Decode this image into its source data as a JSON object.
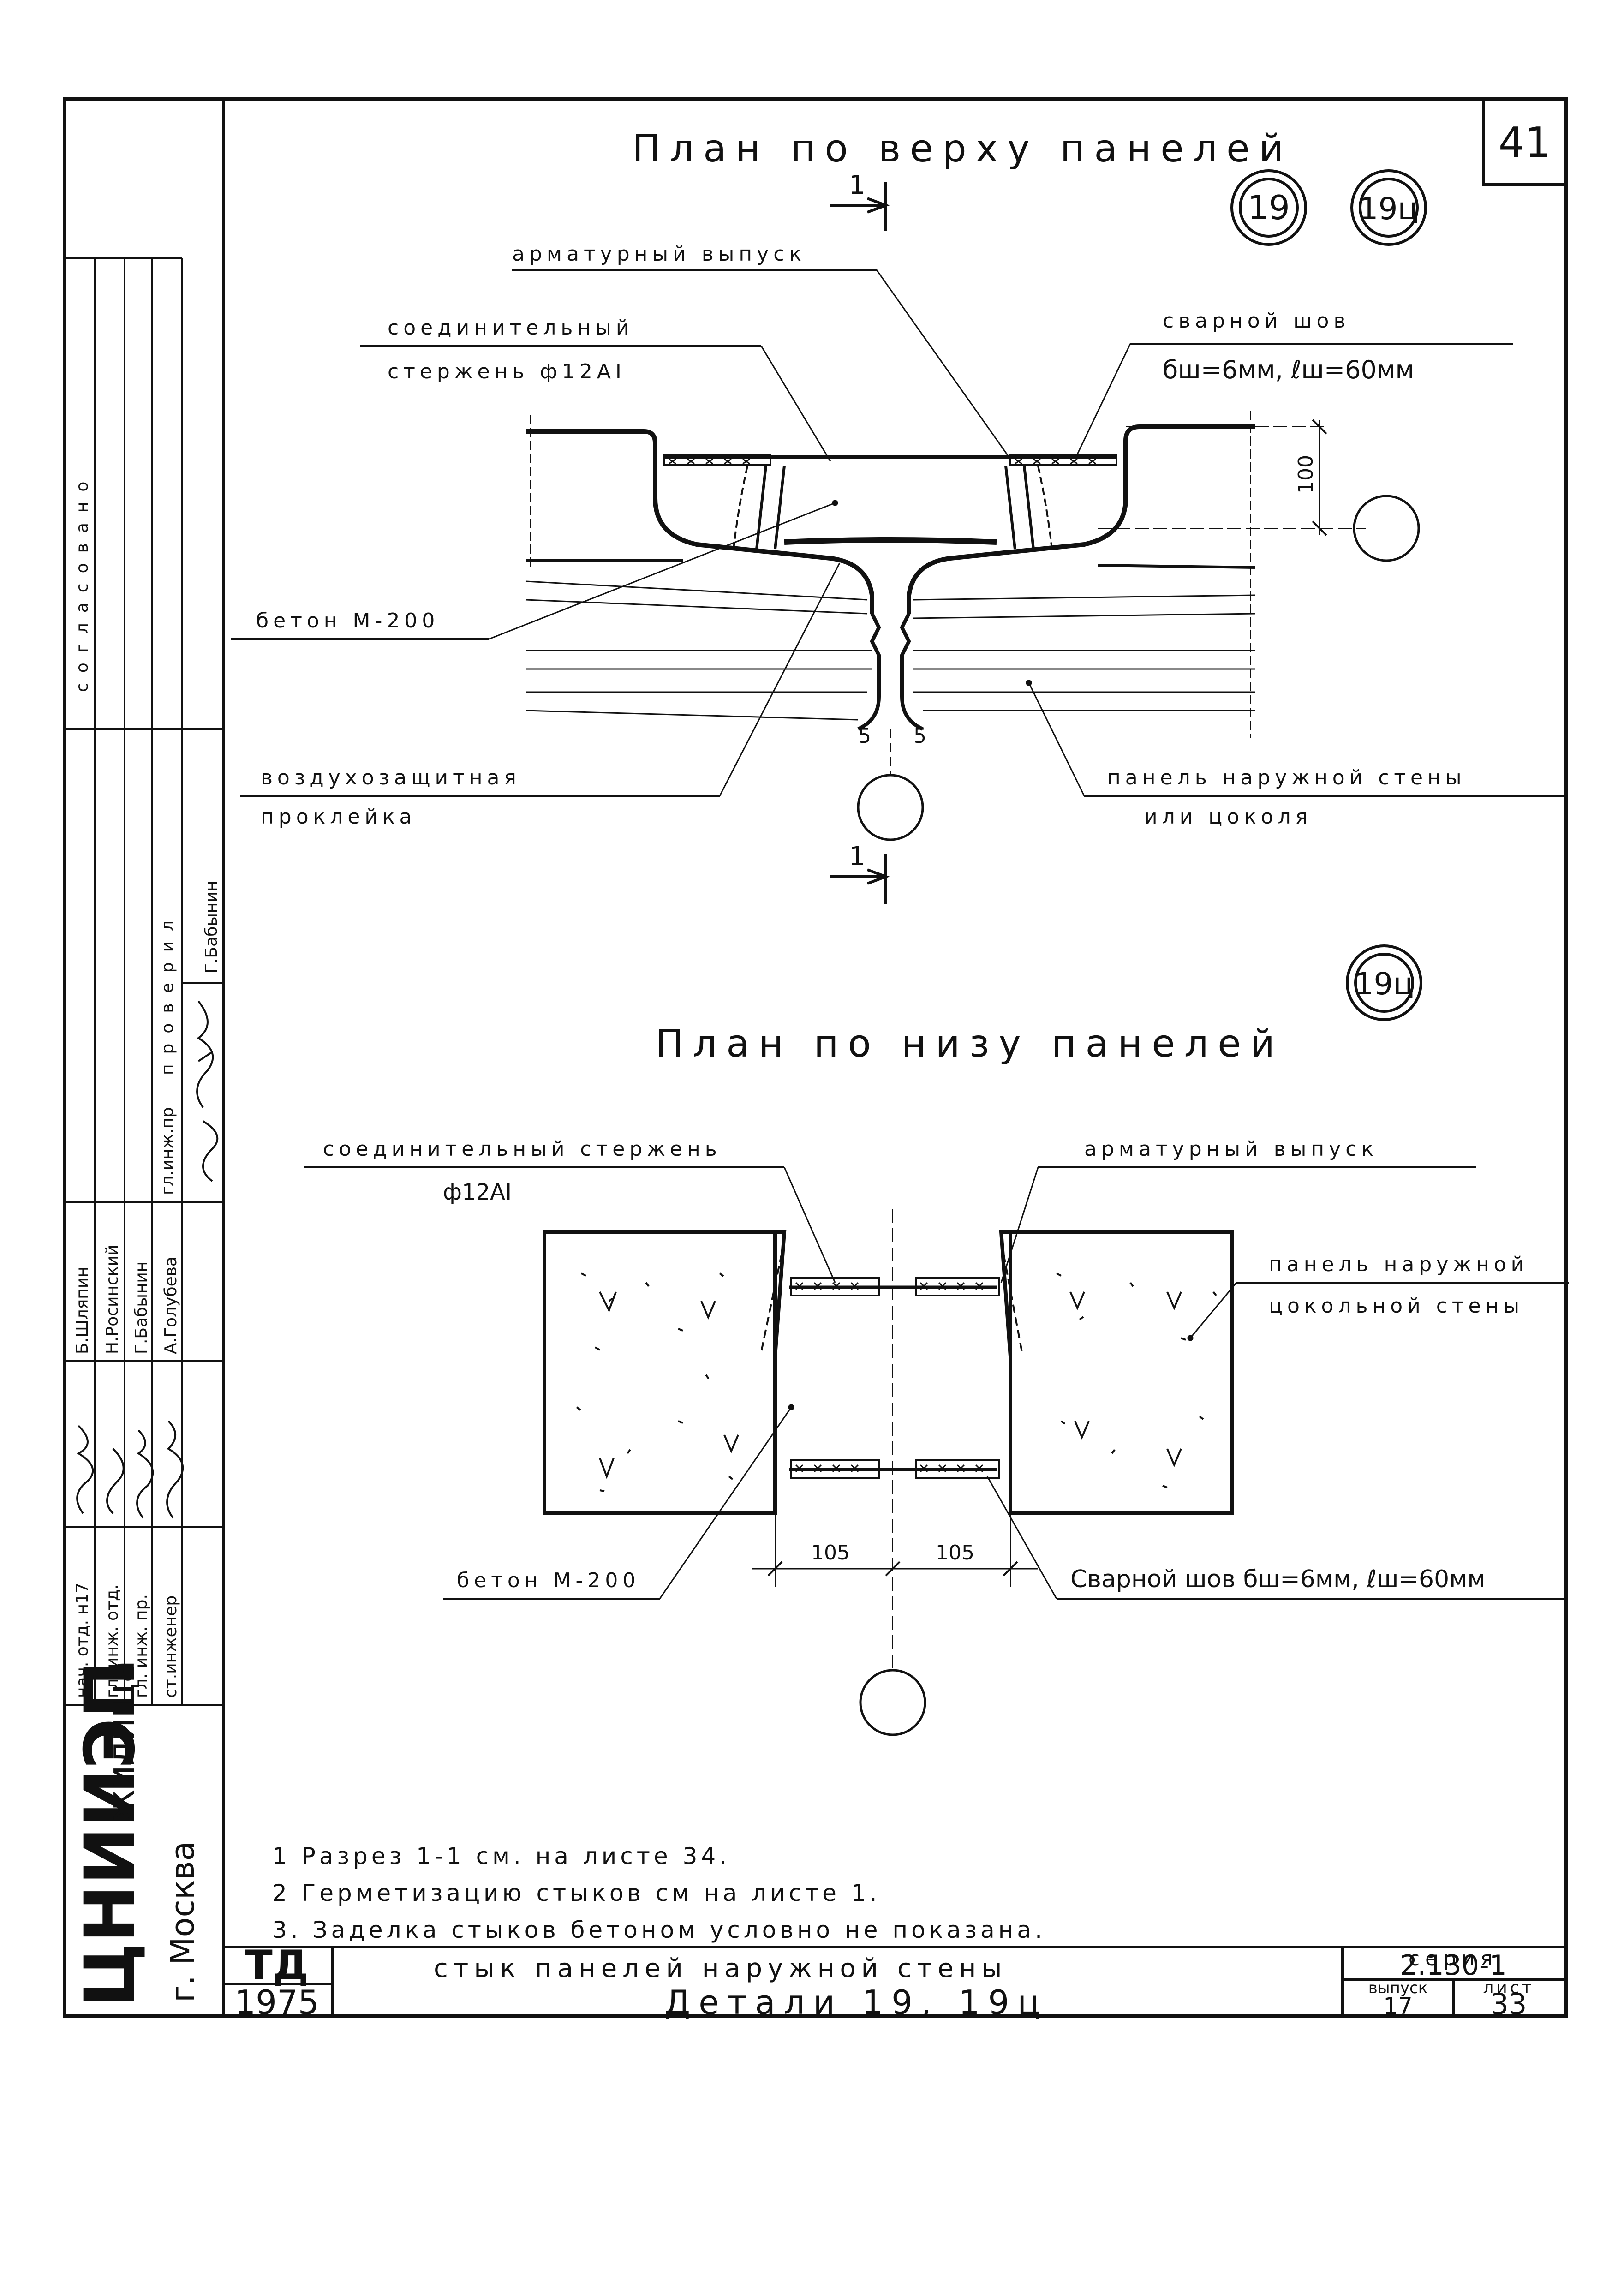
{
  "sheet_mark": "41",
  "plan_top": {
    "title": "План по верху панелей",
    "detail_markers": [
      "19",
      "19ц"
    ],
    "section_mark": "1",
    "labels": {
      "rebar_outlet": "арматурный выпуск",
      "connecting_rod_1": "соединительный",
      "connecting_rod_2": "стержень ф12AI",
      "weld_1": "сварной шов",
      "weld_2": "бш=6мм, ℓш=60мм",
      "concrete": "бетон М-200",
      "air_seal_1": "воздухозащитная",
      "air_seal_2": "проклейка",
      "panel_1": "панель наружной стены",
      "panel_2": "или цоколя",
      "dim_100": "100",
      "dim_5a": "5",
      "dim_5b": "5"
    }
  },
  "plan_bottom": {
    "title": "План по низу панелей",
    "detail_marker": "19ц",
    "labels": {
      "connecting_rod": "соединительный стержень",
      "rod_diam": "ф12AI",
      "rebar_outlet": "арматурный выпуск",
      "panel_1": "панель наружной",
      "panel_2": "цокольной стены",
      "concrete": "бетон М-200",
      "weld": "Сварной шов бш=6мм, ℓш=60мм",
      "dim_left": "105",
      "dim_right": "105"
    }
  },
  "notes": [
    "1 Разрез 1-1 см. на листе 34.",
    "2 Герметизацию стыков см на листе 1.",
    "3. Заделка стыков бетоном условно не показана."
  ],
  "side_block": {
    "agreed": "согласовано",
    "checked": "проверил",
    "chief_engineer": "гл.инж.пр",
    "checker_name": "Г.Бабынин",
    "roles": [
      "нач. отд. н17",
      "гл. инж. отд.",
      "гл. инж. пр.",
      "ст.инженер"
    ],
    "names": [
      "Б.Шляпин",
      "Н.Росинский",
      "Г.Бабынин",
      "А.Голубева"
    ],
    "org": "ЦНИИЭП",
    "org_suffix": "жилища",
    "city": "г. Москва"
  },
  "title_block": {
    "td": "ТД",
    "year": "1975",
    "subject": "стык панелей наружной стены",
    "details": "Детали 19, 19ц",
    "series_label": "серия",
    "series": "2.130-1",
    "issue_label": "выпуск",
    "issue": "17",
    "sheet_label": "лист",
    "sheet": "33"
  }
}
